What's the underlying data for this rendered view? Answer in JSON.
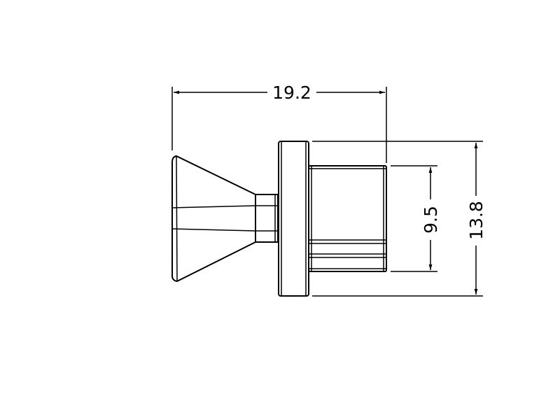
{
  "dimensions": {
    "overall_length": "19.2",
    "body_diameter": "9.5",
    "flange_diameter": "13.8"
  },
  "colors": {
    "line": "#000000",
    "background": "#ffffff"
  }
}
